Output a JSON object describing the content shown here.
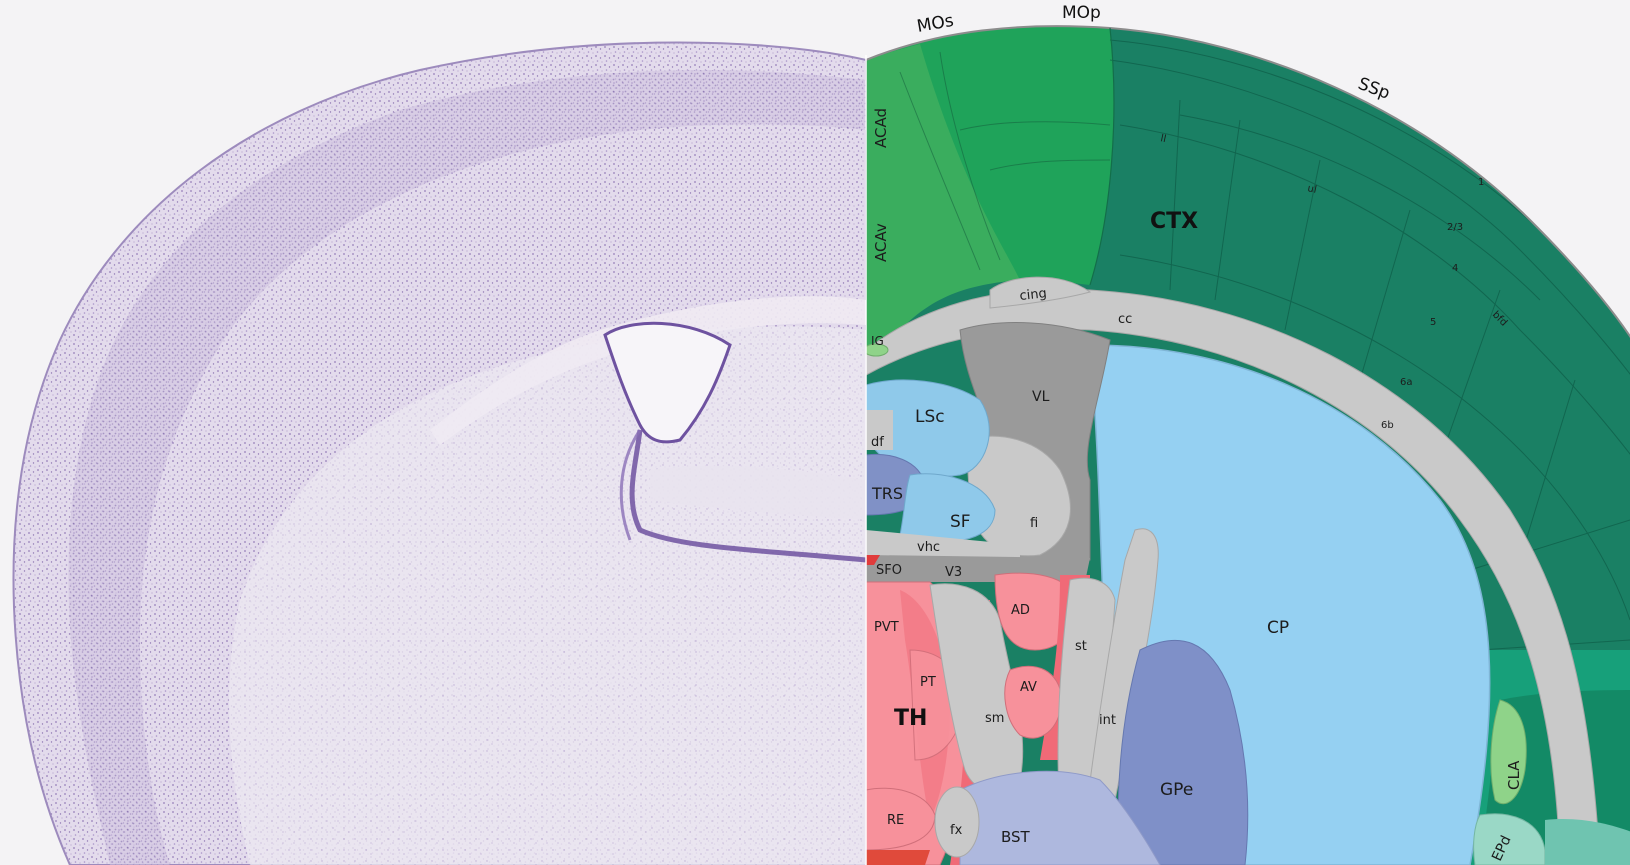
{
  "regions": [
    {
      "id": "mos",
      "label": "MOs"
    },
    {
      "id": "mop",
      "label": "MOp"
    },
    {
      "id": "ssp",
      "label": "SSp"
    },
    {
      "id": "acad",
      "label": "ACAd"
    },
    {
      "id": "acav",
      "label": "ACAv"
    },
    {
      "id": "ctx",
      "label": "CTX"
    },
    {
      "id": "ll",
      "label": "ll"
    },
    {
      "id": "ul",
      "label": "ul"
    },
    {
      "id": "layer1",
      "label": "1"
    },
    {
      "id": "layer23",
      "label": "2/3"
    },
    {
      "id": "layer4",
      "label": "4"
    },
    {
      "id": "layer5",
      "label": "5"
    },
    {
      "id": "layer6a",
      "label": "6a"
    },
    {
      "id": "layer6b",
      "label": "6b"
    },
    {
      "id": "bfd",
      "label": "bfd"
    },
    {
      "id": "cing",
      "label": "cing"
    },
    {
      "id": "cc",
      "label": "cc"
    },
    {
      "id": "ig",
      "label": "IG"
    },
    {
      "id": "vl",
      "label": "VL"
    },
    {
      "id": "lsc",
      "label": "LSc"
    },
    {
      "id": "df",
      "label": "df"
    },
    {
      "id": "trs",
      "label": "TRS"
    },
    {
      "id": "sf",
      "label": "SF"
    },
    {
      "id": "fi",
      "label": "fi"
    },
    {
      "id": "vhc",
      "label": "vhc"
    },
    {
      "id": "sfo",
      "label": "SFO"
    },
    {
      "id": "v3",
      "label": "V3"
    },
    {
      "id": "cp",
      "label": "CP"
    },
    {
      "id": "pvt",
      "label": "PVT"
    },
    {
      "id": "pt",
      "label": "PT"
    },
    {
      "id": "th",
      "label": "TH"
    },
    {
      "id": "ad",
      "label": "AD"
    },
    {
      "id": "av",
      "label": "AV"
    },
    {
      "id": "sm",
      "label": "sm"
    },
    {
      "id": "st",
      "label": "st"
    },
    {
      "id": "int",
      "label": "int"
    },
    {
      "id": "gpe",
      "label": "GPe"
    },
    {
      "id": "cla",
      "label": "CLA"
    },
    {
      "id": "re",
      "label": "RE"
    },
    {
      "id": "fx",
      "label": "fx"
    },
    {
      "id": "bst",
      "label": "BST"
    },
    {
      "id": "epd",
      "label": "EPd"
    }
  ],
  "colors": {
    "background": "#f4f3f5",
    "nissl_tissue": "#ddd4e8",
    "nissl_stain": "#7a5ea8",
    "isocortex_dark": "#1a8064",
    "motor_green": "#1fa35a",
    "cingulate_green": "#3aad5e",
    "fiber_gray": "#c9c9c9",
    "ventricle_gray": "#9a9a9a",
    "striatum_blue": "#95d0f2",
    "septal_blue": "#8fc9ea",
    "trs_blue": "#8091c6",
    "gpe_blue": "#7f90c8",
    "bst_blue": "#aeb8de",
    "thalamus_pink": "#f7919b",
    "thalamus_red": "#f06a77",
    "claustrum_green": "#8fd389",
    "epd_teal": "#9ad8c6"
  }
}
